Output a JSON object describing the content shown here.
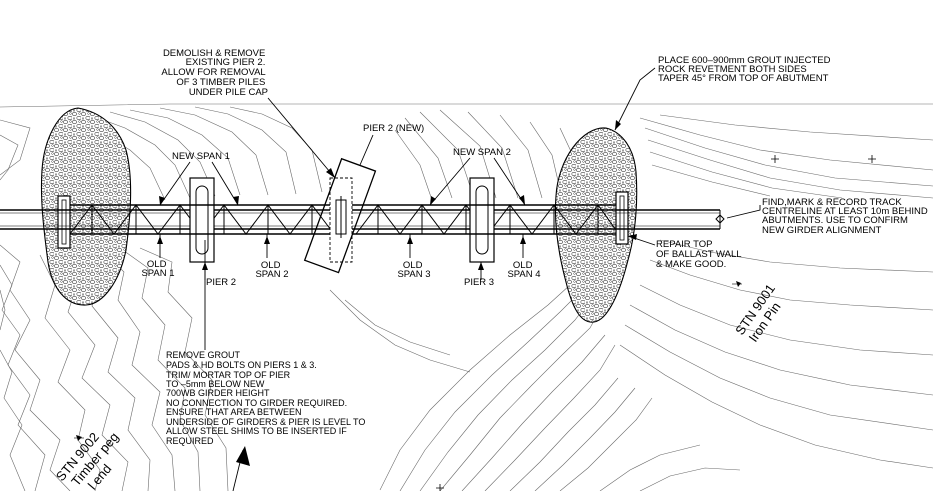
{
  "notes": {
    "demolish": [
      "DEMOLISH & REMOVE",
      "EXISTING PIER 2.",
      "ALLOW FOR REMOVAL",
      "OF 3 TIMBER PILES",
      "UNDER PILE CAP"
    ],
    "pier2_new": "PIER 2 (NEW)",
    "new_span_1": "NEW SPAN 1",
    "new_span_2": "NEW SPAN 2",
    "revetment": [
      "PLACE 600–900mm GROUT INJECTED",
      "ROCK REVETMENT BOTH SIDES",
      "TAPER 45° FROM TOP OF ABUTMENT"
    ],
    "centreline": [
      "FIND,MARK & RECORD TRACK",
      "CENTRELINE AT LEAST 10m BEHIND",
      "ABUTMENTS. USE TO CONFIRM",
      "NEW GIRDER ALIGNMENT"
    ],
    "repair": [
      "REPAIR TOP",
      "OF BALLAST WALL",
      "& MAKE GOOD."
    ],
    "remove_grout": [
      "REMOVE GROUT",
      "PADS & HD BOLTS ON PIERS 1 & 3.",
      "TRIM/ MORTAR TOP OF PIER",
      "TO –5mm BELOW NEW",
      "700WB GIRDER HEIGHT",
      "NO CONNECTION TO GIRDER REQUIRED.",
      "ENSURE THAT AREA BETWEEN",
      "UNDERSIDE OF GIRDERS & PIER IS LEVEL TO",
      "ALLOW STEEL SHIMS TO BE INSERTED IF",
      "REQUIRED"
    ]
  },
  "labels": {
    "old_span_1": [
      "OLD",
      "SPAN 1"
    ],
    "old_span_2": [
      "OLD",
      "SPAN 2"
    ],
    "old_span_3": [
      "OLD",
      "SPAN 3"
    ],
    "old_span_4": [
      "OLD",
      "SPAN 4"
    ],
    "pier_2": "PIER 2",
    "pier_3": "PIER 3"
  },
  "stations": {
    "stn_9001": [
      "STN 9001",
      "Iron Pin"
    ],
    "stn_9002": [
      "STN 9002",
      "Timber peg",
      "l end"
    ]
  }
}
